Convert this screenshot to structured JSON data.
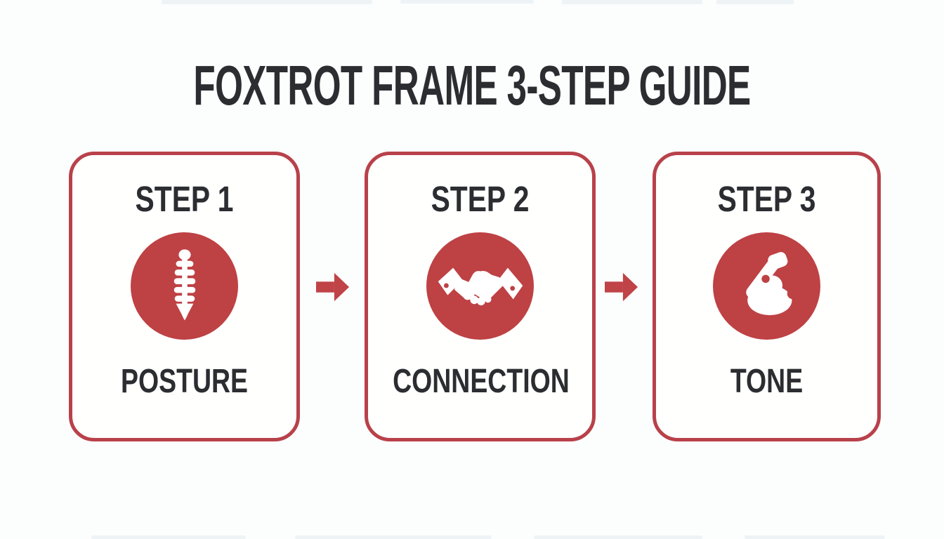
{
  "page": {
    "background": "#fcfdfd",
    "accent_red": "#be4144",
    "border_red": "#b8414a",
    "arrow_red": "#bf4347",
    "text_dark": "#2c2d31"
  },
  "title": "FOXTROT FRAME 3-STEP GUIDE",
  "steps": [
    {
      "step_label": "STEP 1",
      "name": "POSTURE",
      "icon": "spine-icon"
    },
    {
      "step_label": "STEP 2",
      "name": "CONNECTION",
      "icon": "handshake-icon"
    },
    {
      "step_label": "STEP 3",
      "name": "TONE",
      "icon": "bicep-icon"
    }
  ],
  "arrows": [
    {
      "direction": "right"
    },
    {
      "direction": "right"
    }
  ]
}
